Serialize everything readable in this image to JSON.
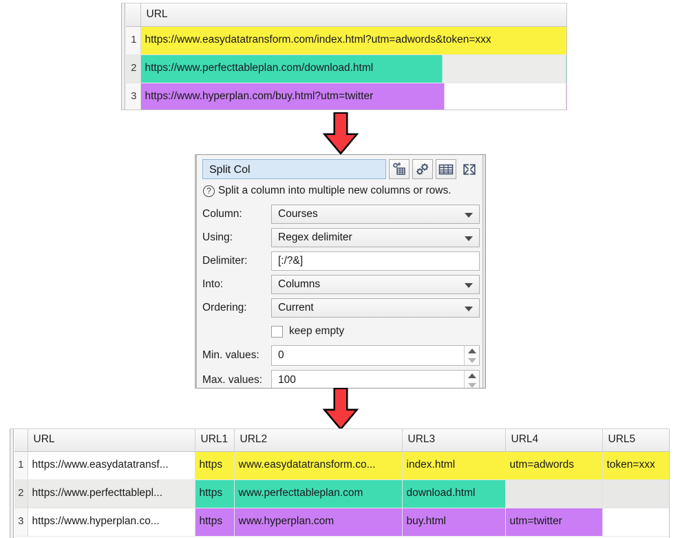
{
  "top_table": {
    "name": "input-url-table",
    "columns": [
      "URL"
    ],
    "rows": [
      {
        "num": "1",
        "cells": [
          "https://www.easydatatransform.com/index.html?utm=adwords&token=xxx"
        ],
        "fill": "yellow"
      },
      {
        "num": "2",
        "cells": [
          "https://www.perfecttableplan.com/download.html"
        ],
        "fill": "green"
      },
      {
        "num": "3",
        "cells": [
          "https://www.hyperplan.com/buy.html?utm=twitter"
        ],
        "fill": "purple"
      }
    ]
  },
  "arrows": {
    "top": "down-arrow",
    "bottom": "down-arrow",
    "color": "#f5393d"
  },
  "dialog": {
    "title": "Split Col",
    "help_text": "Split a column into multiple new columns or rows.",
    "help_icon": "question-mark-icon",
    "toolbar": [
      {
        "name": "link-table-icon",
        "label": ""
      },
      {
        "name": "gears-settings-icon",
        "label": ""
      },
      {
        "name": "table-view-icon",
        "label": ""
      },
      {
        "name": "expand-fullscreen-icon",
        "label": ""
      }
    ],
    "fields": [
      {
        "key": "column",
        "label": "Column:",
        "type": "combo",
        "value": "Courses"
      },
      {
        "key": "using",
        "label": "Using:",
        "type": "combo",
        "value": "Regex delimiter"
      },
      {
        "key": "delim",
        "label": "Delimiter:",
        "type": "text",
        "value": "[:/?&]"
      },
      {
        "key": "into",
        "label": "Into:",
        "type": "combo",
        "value": "Columns"
      },
      {
        "key": "order",
        "label": "Ordering:",
        "type": "combo",
        "value": "Current"
      }
    ],
    "checkbox": {
      "label": "keep empty",
      "checked": false
    },
    "min_values": {
      "label": "Min. values:",
      "value": "0"
    },
    "max_values": {
      "label": "Max. values:",
      "value": "100"
    }
  },
  "bottom_table": {
    "name": "output-split-table",
    "columns": [
      "URL",
      "URL1",
      "URL2",
      "URL3",
      "URL4",
      "URL5"
    ],
    "rows": [
      {
        "num": "1",
        "cells": [
          "https://www.easydatatransf...",
          "https",
          "www.easydatatransform.co...",
          "index.html",
          "utm=adwords",
          "token=xxx"
        ],
        "fills": [
          "white",
          "yellow",
          "yellow",
          "yellow",
          "yellow",
          "yellow"
        ]
      },
      {
        "num": "2",
        "cells": [
          "https://www.perfecttablepl...",
          "https",
          "www.perfecttableplan.com",
          "download.html",
          "",
          ""
        ],
        "fills": [
          "plain",
          "green",
          "green",
          "green",
          "gray",
          "gray"
        ]
      },
      {
        "num": "3",
        "cells": [
          "https://www.hyperplan.co...",
          "https",
          "www.hyperplan.com",
          "buy.html",
          "utm=twitter",
          ""
        ],
        "fills": [
          "white",
          "purple",
          "purple",
          "purple",
          "purple",
          "white"
        ]
      }
    ]
  },
  "colors": {
    "yellow": "#fbf23f",
    "green": "#3fdcb2",
    "purple": "#ca7df4",
    "gray": "#e8e8e6",
    "arrow_red": "#f5393d",
    "title_field_blue": "#d9e8f6"
  }
}
